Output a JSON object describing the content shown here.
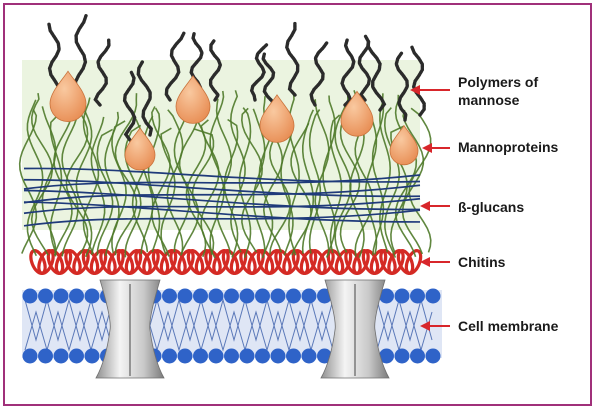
{
  "labels": {
    "polymers_line1": "Polymers of",
    "polymers_line2": "mannose",
    "mannoproteins": "Mannoproteins",
    "glucans": "ß-glucans",
    "chitins": "Chitins",
    "membrane": "Cell membrane"
  },
  "colors": {
    "frame": "#a0307a",
    "arrow": "#d8262b",
    "chitin": "#d42a24",
    "mannoprotein": "#f0a26a",
    "mannose_chain": "#2b2b2b",
    "strand": "#4f7a2a",
    "glucan": "#1f3a7a",
    "membrane_head": "#2f63c8",
    "membrane_bg": "#dfe6f5",
    "channel": "#b8b8b8",
    "green_band": "#e4f0d6"
  }
}
